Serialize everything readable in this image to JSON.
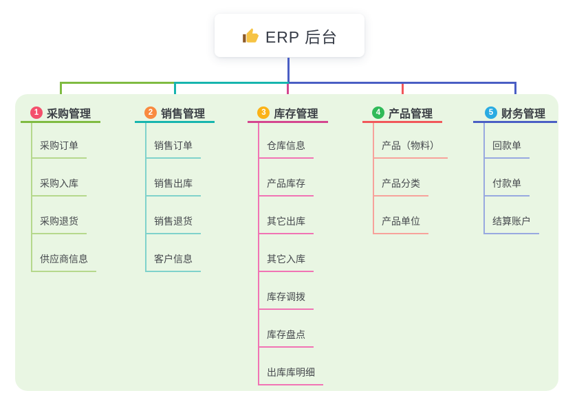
{
  "root": {
    "title": "ERP 后台",
    "icon": "thumbs-up-icon",
    "line_color": "#4a5ec4",
    "icon_color": "#f6c344"
  },
  "panel": {
    "bg": "#e9f6e3"
  },
  "branches": [
    {
      "num": "1",
      "label": "采购管理",
      "badge_color": "#f4506c",
      "line_color": "#7fbb41",
      "child_line_color": "#b5d88c",
      "children": [
        "采购订单",
        "采购入库",
        "采购退货",
        "供应商信息"
      ]
    },
    {
      "num": "2",
      "label": "销售管理",
      "badge_color": "#f98a3f",
      "line_color": "#17b5ae",
      "child_line_color": "#7fd2cb",
      "children": [
        "销售订单",
        "销售出库",
        "销售退货",
        "客户信息"
      ]
    },
    {
      "num": "3",
      "label": "库存管理",
      "badge_color": "#fbb216",
      "line_color": "#d4468f",
      "child_line_color": "#f173b4",
      "children": [
        "仓库信息",
        "产品库存",
        "其它出库",
        "其它入库",
        "库存调拨",
        "库存盘点",
        "出库库明细"
      ]
    },
    {
      "num": "4",
      "label": "产品管理",
      "badge_color": "#30ba58",
      "line_color": "#f1575a",
      "child_line_color": "#f7a29b",
      "children": [
        "产品（物料）",
        "产品分类",
        "产品单位"
      ]
    },
    {
      "num": "5",
      "label": "财务管理",
      "badge_color": "#2aabe2",
      "line_color": "#4a5ec4",
      "child_line_color": "#97a8e0",
      "children": [
        "回款单",
        "付款单",
        "结算账户"
      ]
    }
  ]
}
